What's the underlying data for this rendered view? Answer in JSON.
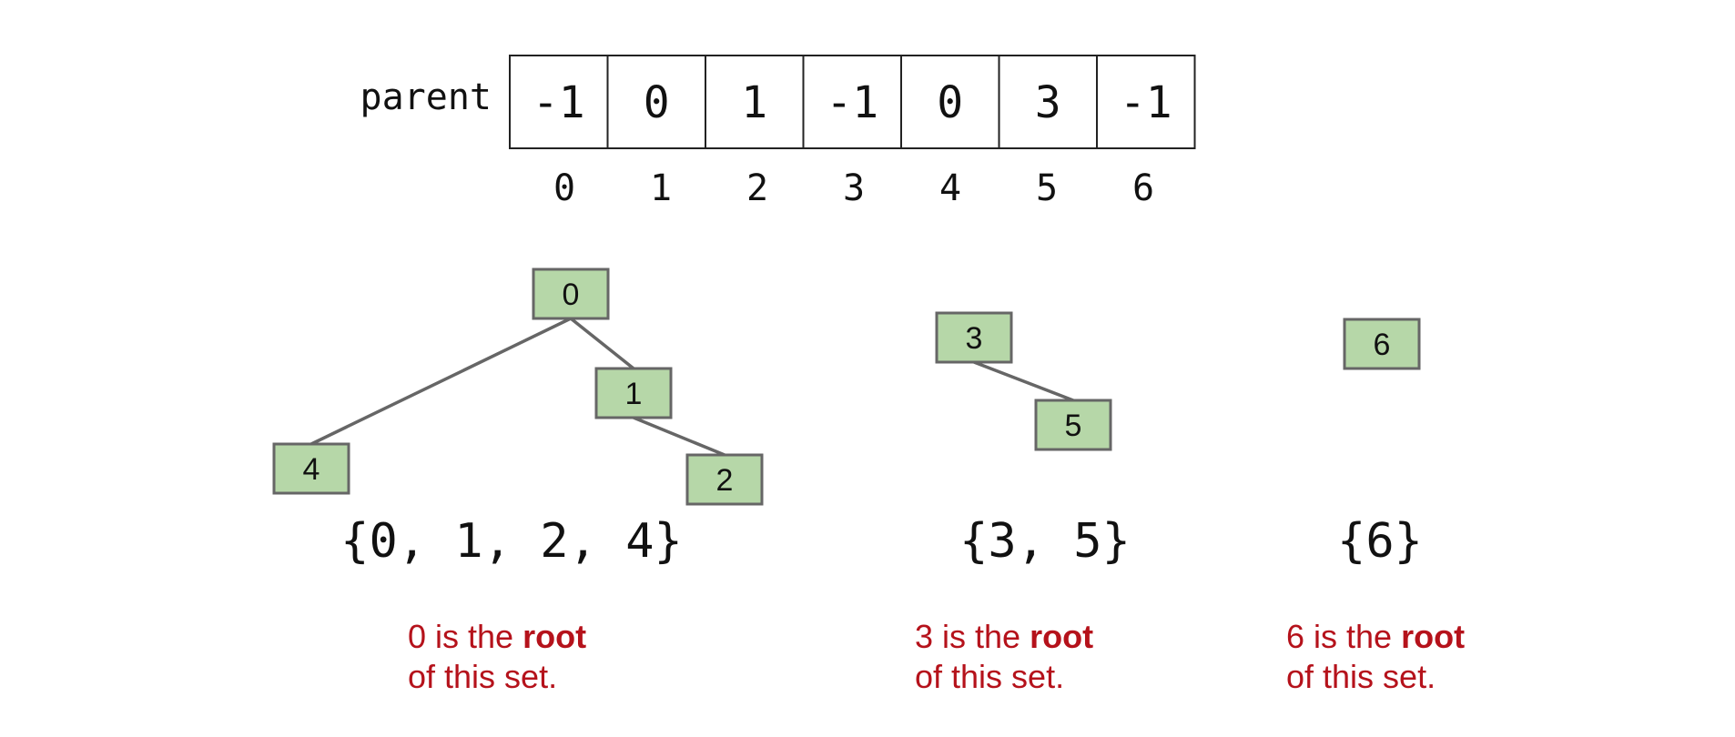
{
  "array": {
    "label": "parent",
    "values": [
      "-1",
      "0",
      "1",
      "-1",
      "0",
      "3",
      "-1"
    ],
    "indices": [
      "0",
      "1",
      "2",
      "3",
      "4",
      "5",
      "6"
    ]
  },
  "trees": [
    {
      "nodes": [
        "0",
        "1",
        "2",
        "4"
      ],
      "edges": [
        [
          "0",
          "4"
        ],
        [
          "0",
          "1"
        ],
        [
          "1",
          "2"
        ]
      ],
      "set_label": "{0, 1, 2, 4}",
      "note": {
        "line1_prefix": "0 is the ",
        "line1_bold": "root",
        "line2": "of this set."
      }
    },
    {
      "nodes": [
        "3",
        "5"
      ],
      "edges": [
        [
          "3",
          "5"
        ]
      ],
      "set_label": "{3, 5}",
      "note": {
        "line1_prefix": "3 is the ",
        "line1_bold": "root",
        "line2": "of this set."
      }
    },
    {
      "nodes": [
        "6"
      ],
      "edges": [],
      "set_label": "{6}",
      "note": {
        "line1_prefix": "6 is the ",
        "line1_bold": "root",
        "line2": "of this set."
      }
    }
  ],
  "colors": {
    "node_fill": "#b6d7a8",
    "node_stroke": "#666666",
    "note_text": "#b5121b"
  }
}
